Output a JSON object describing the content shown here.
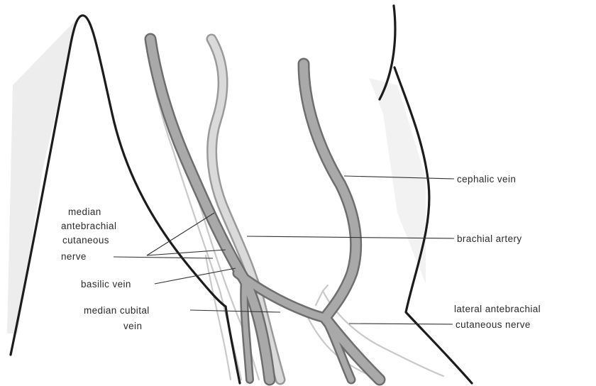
{
  "labels": {
    "cephalic_vein": "cephalic vein",
    "brachial_artery": "brachial artery",
    "median_antebrachial_line1": "median",
    "median_antebrachial_line2": "antebrachial",
    "median_antebrachial_line3": "cutaneous",
    "median_antebrachial_line4": "nerve",
    "basilic_vein": "basilic vein",
    "median_cubital_line1": "median cubital",
    "median_cubital_line2": "vein",
    "lateral_antebrachial_line1": "lateral antebrachial",
    "lateral_antebrachial_line2": "cutaneous nerve"
  },
  "colors": {
    "outline": "#1c1c1c",
    "vessel_fill": "#a9a9a9",
    "vessel_edge": "#6e6e6e",
    "artery_fill": "#d8d8d8",
    "artery_edge": "#9a9a9a",
    "nerve": "#c9c9c9",
    "shading": "#e3e3e3",
    "leader": "#333333"
  }
}
